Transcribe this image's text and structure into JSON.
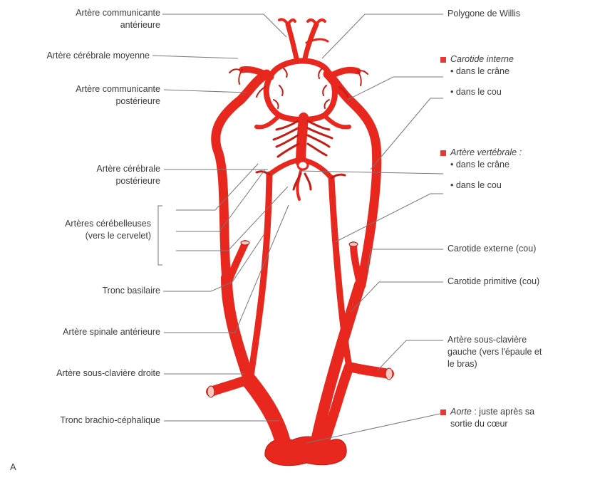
{
  "colors": {
    "artery": "#e8281e",
    "artery_dark": "#c41d16",
    "artery_light": "#f35a4c",
    "leader": "#666666",
    "marker": "#e53a34",
    "text": "#3c3c3c"
  },
  "figure_letter": "A",
  "left_labels": {
    "communicante_anterieure_1": "Artère communicante",
    "communicante_anterieure_2": "antérieure",
    "cerebrale_moyenne": "Artère cérébrale moyenne",
    "communicante_posterieure_1": "Artère communicante",
    "communicante_posterieure_2": "postérieure",
    "cerebrale_posterieure_1": "Artère cérébrale",
    "cerebrale_posterieure_2": "postérieure",
    "cerebelleuses_1": "Artères cérébelleuses",
    "cerebelleuses_2": "(vers le cervelet)",
    "tronc_basilaire": "Tronc basilaire",
    "spinale_anterieure": "Artère spinale antérieure",
    "sous_claviere_droite": "Artère sous-clavière droite",
    "tronc_brachio": "Tronc brachio-céphalique"
  },
  "right_labels": {
    "polygone": "Polygone de Willis",
    "carotide_interne": "Carotide interne",
    "ci_crane": "• dans le crâne",
    "ci_cou": "• dans le cou",
    "artere_vertebrale": "Artère vertébrale :",
    "av_crane": "• dans le crâne",
    "av_cou": "• dans le cou",
    "carotide_externe": "Carotide externe (cou)",
    "carotide_primitive": "Carotide primitive (cou)",
    "sous_claviere_gauche_1": "Artère sous-clavière",
    "sous_claviere_gauche_2": "gauche (vers l'épaule et",
    "sous_claviere_gauche_3": "le bras)",
    "aorte": "Aorte",
    "aorte_rest_1": " : juste après sa",
    "aorte_rest_2": "sortie du cœur"
  }
}
